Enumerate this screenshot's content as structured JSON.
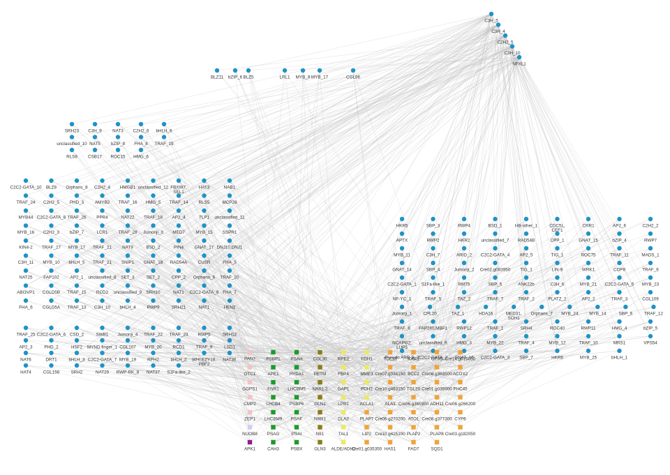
{
  "colors": {
    "edge": "#c4c4c4",
    "tf_node": "#1e93c6",
    "label": "#333333",
    "target_palette": {
      "pink": "#f4c2c6",
      "lavender": "#cfcdf0",
      "purple": "#8e1c8e",
      "green": "#1d9a2b",
      "olive": "#8a7d12",
      "yellow": "#ece963",
      "orange": "#f1a33a"
    }
  },
  "hub": [
    "C3H_5",
    "C3H_4",
    "C2H2_5",
    "C3H_10",
    "NFXL1"
  ],
  "row_top": [
    "BLZ11",
    "bZIP_6",
    "BLZ5",
    "LRL1",
    "MYB_9",
    "MYB_17",
    "CGL86"
  ],
  "left_top_cluster": [
    [
      "SRH23",
      "C3H_9",
      "NAT3",
      "C2H2_6",
      "bHLH_6"
    ],
    [
      "unclassified_10",
      "NAT5",
      "bZIP_8",
      "FHA_8",
      "TRAF_19"
    ],
    [
      "RLS8",
      "CSB17",
      "ROC15",
      "HMG_6"
    ]
  ],
  "left_grid": [
    [
      "C2C2-GATA_10",
      "BLZ8",
      "Orphans_8",
      "C2H2_4",
      "HMGB1",
      "unclassified_12",
      "FBXW7, SEL1",
      "HAT3",
      "NAB1"
    ],
    [
      "TRAF_24",
      "C2H2_5",
      "PHD_3",
      "AMYB2",
      "TRAF_16",
      "HMG_5",
      "TRAF_14",
      "RLS5",
      "MCP28"
    ],
    [
      "MYB44",
      "C2C2-GATA_8",
      "TRAF_26",
      "PPR4",
      "NAT22",
      "TRAF_18",
      "AP2_4",
      "TLP1",
      "unclassified_11"
    ],
    [
      "MYB_16",
      "C2H2_3",
      "bZIP_7",
      "LCR1",
      "TRAF_28",
      "Jumonji_3",
      "MED7",
      "MYB_15",
      "SSPR1"
    ],
    [
      "KIN4-2",
      "TRAF_27",
      "MYB_17",
      "TRAF_21",
      "NAT9",
      "BSD_2",
      "PIN4",
      "GNAT_17",
      "DNJ10,DNJ1"
    ],
    [
      "C3H_11",
      "MYB_10",
      "bHLH_5",
      "TRAF_21",
      "SNIP1",
      "GNAT_18",
      "RAD54A",
      "CUSR",
      "FHA_5"
    ],
    [
      "NAT25",
      "FAP102",
      "AP2_1",
      "unclassified_8",
      "SET_3",
      "SET_2",
      "CPP_2",
      "Orphans_6",
      "TRAF_20"
    ],
    [
      "ABI3VP1",
      "CGLD5B",
      "TRAF_15",
      "RCD2",
      "unclassified_9",
      "SRH10",
      "NAT1",
      "C2C2-GATA_9",
      "FHA_7"
    ],
    [
      "FHA_6",
      "CGLD5A",
      "TRAF_13",
      "C3H_10",
      "bHLH_4",
      "RWP9",
      "SRH21",
      "NAT1",
      "HEN2"
    ]
  ],
  "left_bottom": [
    [
      "TRAF_25",
      "C2C2-GATA_6",
      "CSD_2",
      "SWB1",
      "Jumonji_4",
      "TRAF_22",
      "TRAF_23",
      "RWP5",
      "SRH12"
    ],
    [
      "AP2_3",
      "PHD_2",
      "HSF2",
      "MYND finger_1",
      "CGL107",
      "MYB_20",
      "RCD1",
      "TRAF_9",
      "LSD1"
    ],
    [
      "NAT6",
      "DRT1",
      "bHLH_3",
      "C2C2-GATA_7",
      "MYB_19",
      "RPH2",
      "bHLH_2",
      "WHI,EZY18, PBF2",
      "NAT36"
    ],
    [
      "HAT4",
      "CGL156",
      "SRH2",
      "NAT29",
      "RWP-RK_8",
      "NAT37",
      "S1Fa-like_2"
    ]
  ],
  "right_grid": [
    [
      "HKR5",
      "SBP_3",
      "RWP4",
      "BSD_1",
      "HB-other_1",
      "CDC5L, CEF1",
      "CRR1",
      "AP2_6",
      "C2H2_2"
    ],
    [
      "APTX",
      "RWP2",
      "HKR2",
      "unclassified_7",
      "RAD54B",
      "CPP_1",
      "GNAT_15",
      "bZIP_4",
      "RWP7"
    ],
    [
      "MYB_11",
      "C3H_7",
      "ARID_2",
      "C2C2-GATA_4",
      "AP2_5",
      "TIG_1",
      "ROC75",
      "TRAF_11",
      "MADS_1"
    ],
    [
      "GNAT_14",
      "SBP_4",
      "Jumonji_2",
      "Cre02.g083950",
      "TIG_1",
      "LIN-9",
      "WRK1",
      "COP8",
      "TRAF_6"
    ],
    [
      "C2C2-GATA_1",
      "S1Fa-like_1",
      "RMT5",
      "SBP_5",
      "ANK22b",
      "C3H_6",
      "MYB_21",
      "C2C2-GATA_5",
      "MYB_23"
    ],
    [
      "NF-YC_1",
      "TRAF_5",
      "TAZ_2",
      "TRAF_7",
      "TRAF_2",
      "PLATZ_2",
      "AP2_2",
      "TRAF_3",
      "CGL109"
    ],
    [
      "Jumonji_1",
      "CPL20",
      "TAZ_1",
      "HDA16",
      "MED31, SOH1",
      "Orphans_7",
      "MYB_24",
      "MYB_14",
      "SBP_6",
      "TRAF_12"
    ],
    [
      "TRAF_8",
      "FAP280,MBF1",
      "RWP12",
      "TRAF_1",
      "SRH4",
      "ROC40",
      "RWP11",
      "HMG_4",
      "bZIP_5"
    ],
    [
      "NCAPG2, LUP5",
      "unclassified_6",
      "HMG_3",
      "MYB_22",
      "TRAF_4",
      "MYB_12",
      "TRAF_10",
      "MRS1",
      "VPS54"
    ],
    [
      "Pseudo ARR-B_2",
      "C2C2-GATA_2",
      "GNAT_16",
      "C2C2-GATA_3",
      "SBP_7",
      "HKR6",
      "MYB_25",
      "bHLH_1"
    ]
  ],
  "targets": [
    {
      "label": "PAN2",
      "color": "pink"
    },
    {
      "label": "OTC1",
      "color": "pink"
    },
    {
      "label": "GGPS1",
      "color": "pink"
    },
    {
      "label": "CMP2",
      "color": "pink"
    },
    {
      "label": "ZEP1",
      "color": "pink"
    },
    {
      "label": "NUOB8",
      "color": "lavender"
    },
    {
      "label": "APK1",
      "color": "purple"
    },
    {
      "label": "PSBP1",
      "color": "green"
    },
    {
      "label": "APE1",
      "color": "green"
    },
    {
      "label": "FNR1",
      "color": "green"
    },
    {
      "label": "LHCB4",
      "color": "green"
    },
    {
      "label": "LHCBM9",
      "color": "green"
    },
    {
      "label": "PSAG",
      "color": "green"
    },
    {
      "label": "CAH3",
      "color": "green"
    },
    {
      "label": "PSAH",
      "color": "green"
    },
    {
      "label": "HYDA1",
      "color": "green"
    },
    {
      "label": "LHCBM5",
      "color": "green"
    },
    {
      "label": "PSBP6",
      "color": "green"
    },
    {
      "label": "PSAF",
      "color": "green"
    },
    {
      "label": "PSAI",
      "color": "green"
    },
    {
      "label": "PSBX",
      "color": "green"
    },
    {
      "label": "CGL30",
      "color": "olive"
    },
    {
      "label": "PETM",
      "color": "olive"
    },
    {
      "label": "NAR1.2",
      "color": "olive"
    },
    {
      "label": "GLN1",
      "color": "olive"
    },
    {
      "label": "NRR1",
      "color": "olive"
    },
    {
      "label": "NII1",
      "color": "olive"
    },
    {
      "label": "GLN3",
      "color": "olive"
    },
    {
      "label": "RPE2",
      "color": "yellow"
    },
    {
      "label": "FBP4",
      "color": "yellow"
    },
    {
      "label": "GAP1",
      "color": "yellow"
    },
    {
      "label": "LPB1",
      "color": "yellow"
    },
    {
      "label": "DLA2",
      "color": "yellow"
    },
    {
      "label": "TAL1",
      "color": "yellow"
    },
    {
      "label": "ALDE/ADH2",
      "color": "yellow"
    },
    {
      "label": "FDH1",
      "color": "yellow"
    },
    {
      "label": "MME3",
      "color": "yellow"
    },
    {
      "label": "PDH2",
      "color": "yellow"
    },
    {
      "label": "ACLA1",
      "color": "yellow"
    },
    {
      "label": "PLAP7",
      "color": "orange"
    },
    {
      "label": "LIP2",
      "color": "orange"
    },
    {
      "label": "Cre01.g035350",
      "color": "orange"
    },
    {
      "label": "TGL18",
      "color": "orange"
    },
    {
      "label": "Cre07.g334150",
      "color": "orange"
    },
    {
      "label": "Cre10.g463150",
      "color": "orange"
    },
    {
      "label": "ALA1",
      "color": "orange"
    },
    {
      "label": "Cre06.g270200",
      "color": "orange"
    },
    {
      "label": "Cre10.g425100",
      "color": "orange"
    },
    {
      "label": "HAS1",
      "color": "orange"
    },
    {
      "label": "KAR1",
      "color": "orange"
    },
    {
      "label": "BCC2",
      "color": "orange"
    },
    {
      "label": "TGL20",
      "color": "orange"
    },
    {
      "label": "Cre06.g365950",
      "color": "orange"
    },
    {
      "label": "ATO1",
      "color": "orange"
    },
    {
      "label": "PLAP2",
      "color": "orange"
    },
    {
      "label": "FAD7",
      "color": "orange"
    },
    {
      "label": "GPX5",
      "color": "orange"
    },
    {
      "label": "Cre08.g363500",
      "color": "orange"
    },
    {
      "label": "Cre01.g038900",
      "color": "orange"
    },
    {
      "label": "ADH11",
      "color": "orange"
    },
    {
      "label": "Cre08.g377300",
      "color": "orange"
    },
    {
      "label": "PLAP8",
      "color": "orange"
    },
    {
      "label": "SQD1",
      "color": "orange"
    },
    {
      "label": "Cre14.g615050",
      "color": "orange"
    },
    {
      "label": "ACOX2",
      "color": "orange"
    },
    {
      "label": "PHC45",
      "color": "orange"
    },
    {
      "label": "Cre06.g266200",
      "color": "orange"
    },
    {
      "label": "CYP6",
      "color": "orange"
    },
    {
      "label": "Cre03.g182050",
      "color": "orange"
    }
  ]
}
